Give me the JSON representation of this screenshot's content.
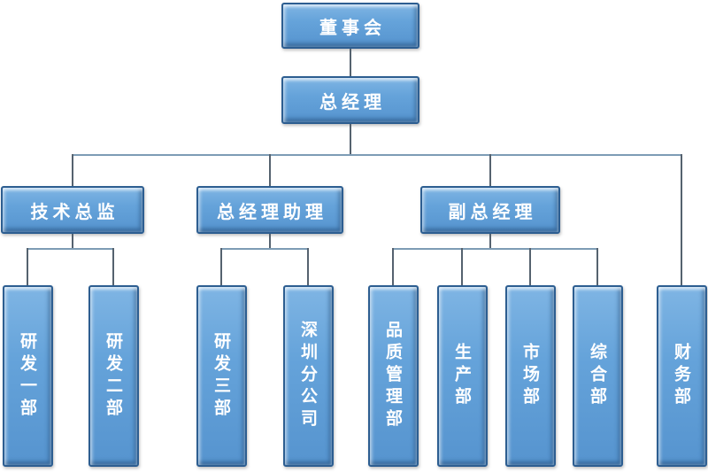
{
  "org_chart": {
    "colors": {
      "background": "#ffffff",
      "node_fill": "#62a0d8",
      "node_border": "#2d5e91",
      "text_color": "#ffffff",
      "connector_h": "#7d9cb5",
      "connector_v": "#55626f"
    },
    "nodes": {
      "board": {
        "label": "董事会",
        "parent": null
      },
      "general_manager": {
        "label": "总经理",
        "parent": "董事会"
      },
      "tech_director": {
        "label": "技术总监",
        "parent": "总经理"
      },
      "gm_assistant": {
        "label": "总经理助理",
        "parent": "总经理"
      },
      "deputy_gm": {
        "label": "副总经理",
        "parent": "总经理"
      },
      "rd_dept_1": {
        "label": "研发一部",
        "parent": "技术总监"
      },
      "rd_dept_2": {
        "label": "研发二部",
        "parent": "技术总监"
      },
      "rd_dept_3": {
        "label": "研发三部",
        "parent": "总经理助理"
      },
      "shenzhen_branch": {
        "label": "深圳分公司",
        "parent": "总经理助理"
      },
      "quality_mgmt_dept": {
        "label": "品质管理部",
        "parent": "副总经理"
      },
      "production_dept": {
        "label": "生产部",
        "parent": "副总经理"
      },
      "marketing_dept": {
        "label": "市场部",
        "parent": "副总经理"
      },
      "general_affairs_dept": {
        "label": "综合部",
        "parent": "副总经理"
      },
      "finance_dept": {
        "label": "财务部",
        "parent": "总经理"
      }
    }
  }
}
